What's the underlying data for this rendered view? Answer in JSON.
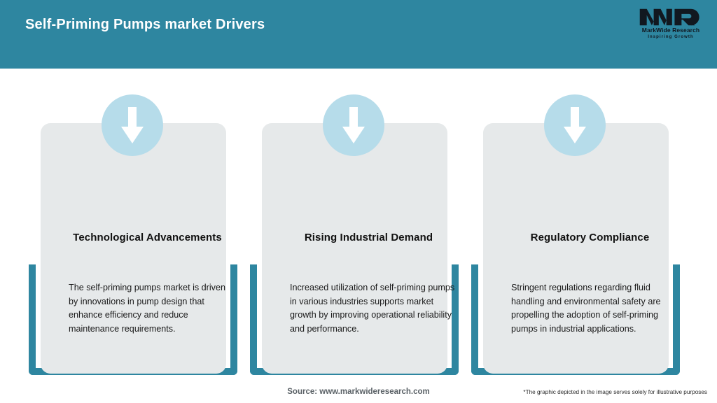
{
  "header": {
    "title": "Self-Priming Pumps market Drivers",
    "background_color": "#2e86a0",
    "title_color": "#ffffff",
    "logo": {
      "mark": "MWR",
      "name": "MarkWide Research",
      "tagline": "Inspiring Growth"
    }
  },
  "cards": [
    {
      "icon": "arrow-down-icon",
      "title": "Technological Advancements",
      "body": "The self-priming pumps market is driven by innovations in pump design that enhance efficiency and reduce maintenance requirements."
    },
    {
      "icon": "arrow-down-icon",
      "title": "Rising Industrial Demand",
      "body": "Increased utilization of self-priming pumps in various industries supports market growth by improving operational reliability and performance."
    },
    {
      "icon": "arrow-down-icon",
      "title": "Regulatory Compliance",
      "body": "Stringent regulations regarding fluid handling and environmental safety are propelling the adoption of self-priming pumps in industrial applications."
    }
  ],
  "footer": {
    "source": "Source: www.markwideresearch.com",
    "disclaimer": "*The graphic depicted in the image serves solely for illustrative purposes"
  },
  "colors": {
    "teal": "#2e86a0",
    "card_gray": "#e6e9ea",
    "icon_circle": "#b6dcea",
    "arrow_white": "#ffffff"
  }
}
